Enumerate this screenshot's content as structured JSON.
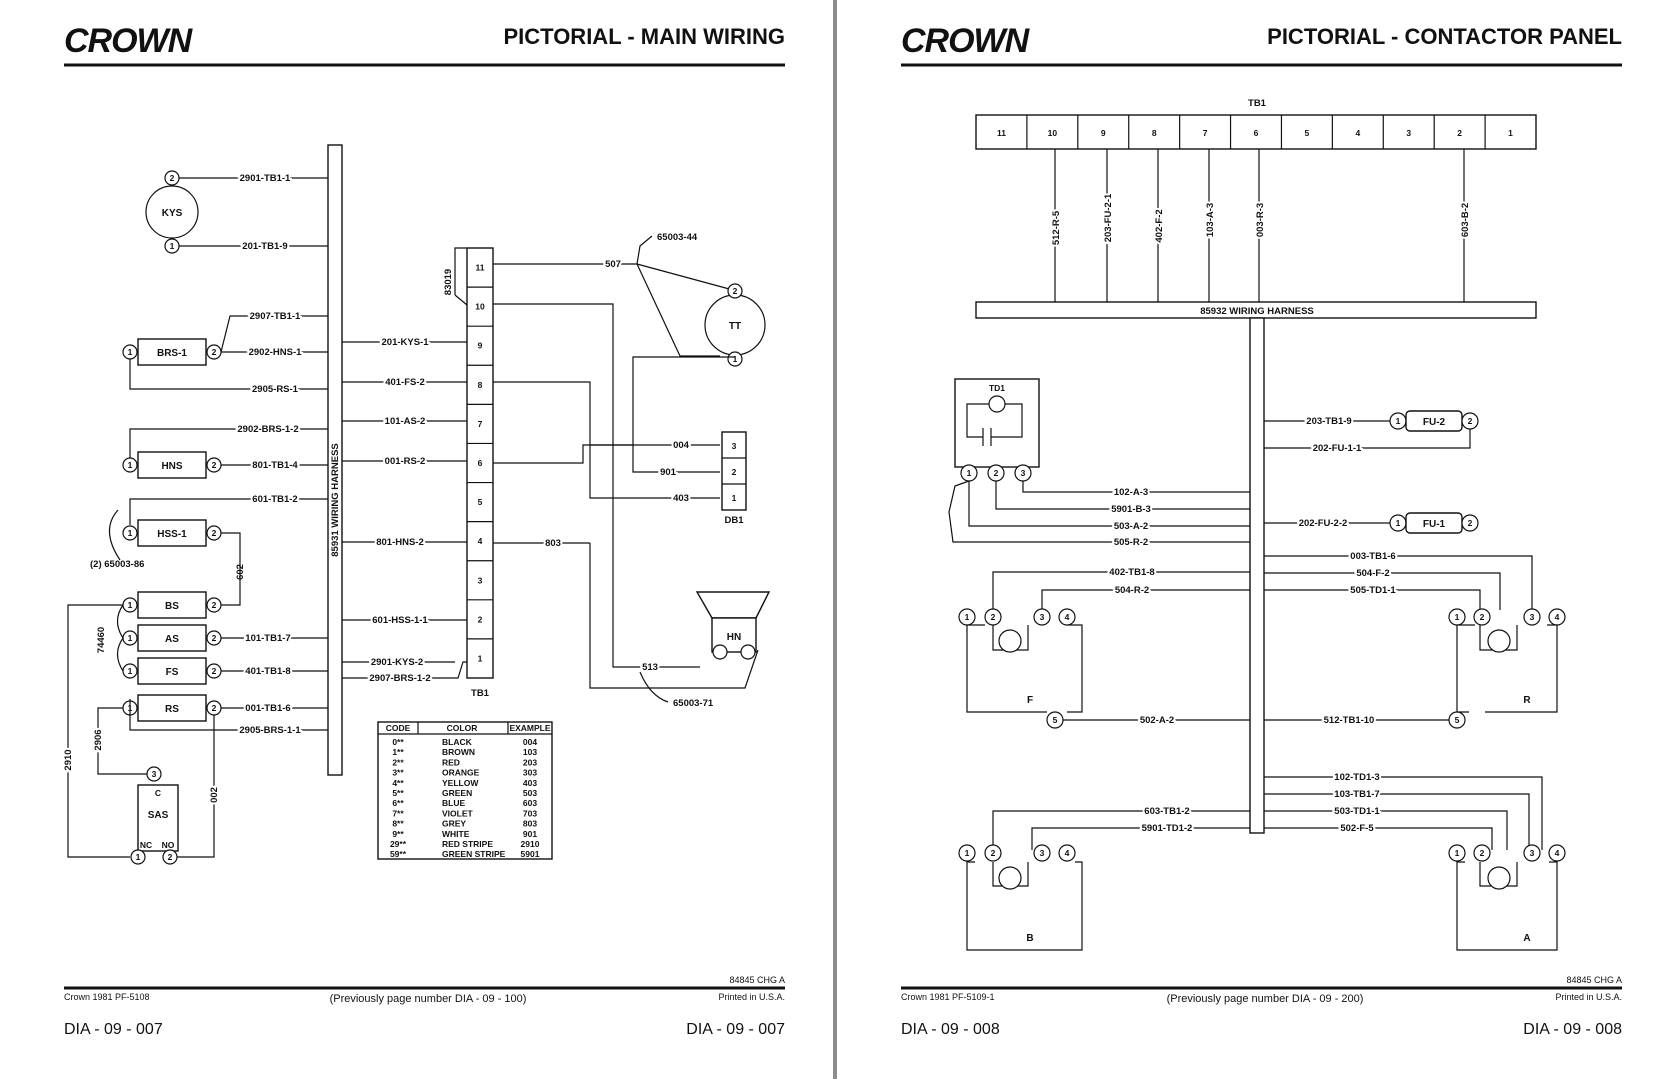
{
  "left_page": {
    "logo": "CROWN",
    "title": "PICTORIAL - MAIN WIRING",
    "harness_label": "85931 WIRING HARNESS",
    "tb_label": "TB1",
    "tb_side_label": "83019",
    "tb_terminals": [
      "11",
      "10",
      "9",
      "8",
      "7",
      "6",
      "5",
      "4",
      "3",
      "2",
      "1"
    ],
    "components": {
      "kys": "KYS",
      "brs": "BRS-1",
      "hns": "HNS",
      "hss": "HSS-1",
      "bs": "BS",
      "as": "AS",
      "fs": "FS",
      "rs": "RS",
      "sas": "SAS",
      "sas_c": "C",
      "sas_nc": "NC",
      "sas_no": "NO",
      "tt": "TT",
      "hn": "HN",
      "db": "DB1"
    },
    "wire_labels": {
      "w2901": "2901-TB1-1",
      "w201": "201-TB1-9",
      "w2907": "2907-TB1-1",
      "w2902h": "2902-HNS-1",
      "w2905": "2905-RS-1",
      "w2902b": "2902-BRS-1-2",
      "w801": "801-TB1-4",
      "w601": "601-TB1-2",
      "w65003_86": "(2) 65003-86",
      "w602": "602",
      "w74460": "74460",
      "w101": "101-TB1-7",
      "w401": "401-TB1-8",
      "w001": "001-TB1-6",
      "w2905b": "2905-BRS-1-1",
      "w2910": "2910",
      "w2906": "2906",
      "w002": "002",
      "h201": "201-KYS-1",
      "h401": "401-FS-2",
      "h101": "101-AS-2",
      "h001": "001-RS-2",
      "h801": "801-HNS-2",
      "h601": "601-HSS-1-1",
      "h2901": "2901-KYS-2",
      "h2907": "2907-BRS-1-2",
      "w507": "507",
      "w65003_44": "65003-44",
      "w004": "004",
      "w901": "901",
      "w403": "403",
      "w803": "803",
      "w513": "513",
      "w65003_71": "65003-71"
    },
    "color_table": {
      "headers": [
        "CODE",
        "COLOR",
        "EXAMPLE"
      ],
      "rows": [
        [
          "0**",
          "BLACK",
          "004"
        ],
        [
          "1**",
          "BROWN",
          "103"
        ],
        [
          "2**",
          "RED",
          "203"
        ],
        [
          "3**",
          "ORANGE",
          "303"
        ],
        [
          "4**",
          "YELLOW",
          "403"
        ],
        [
          "5**",
          "GREEN",
          "503"
        ],
        [
          "6**",
          "BLUE",
          "603"
        ],
        [
          "7**",
          "VIOLET",
          "703"
        ],
        [
          "8**",
          "GREY",
          "803"
        ],
        [
          "9**",
          "WHITE",
          "901"
        ],
        [
          "29**",
          "RED STRIPE",
          "2910"
        ],
        [
          "59**",
          "GREEN STRIPE",
          "5901"
        ]
      ]
    },
    "footer": {
      "chg": "84845 CHG A",
      "copyright": "Crown 1981 PF-5108",
      "previous": "(Previously page number DIA - 09 - 100)",
      "printed": "Printed in U.S.A.",
      "page_left": "DIA - 09 - 007",
      "page_right": "DIA - 09 - 007"
    }
  },
  "right_page": {
    "logo": "CROWN",
    "title": "PICTORIAL - CONTACTOR PANEL",
    "tb_label": "TB1",
    "tb_terminals": [
      "11",
      "10",
      "9",
      "8",
      "7",
      "6",
      "5",
      "4",
      "3",
      "2",
      "1"
    ],
    "tb_wires": [
      "512-R-5",
      "203-FU-2-1",
      "402-F-2",
      "103-A-3",
      "003-R-3",
      "603-B-2"
    ],
    "harness_label": "85932 WIRING HARNESS",
    "td1": "TD1",
    "fuses": {
      "fu2": "FU-2",
      "fu1": "FU-1"
    },
    "contactors": {
      "f": "F",
      "r": "R",
      "b": "B",
      "a": "A"
    },
    "wire_labels": {
      "w203": "203-TB1-9",
      "w202f": "202-FU-1-1",
      "w102": "102-A-3",
      "w5901b": "5901-B-3",
      "w503": "503-A-2",
      "w505": "505-R-2",
      "w202": "202-FU-2-2",
      "w003": "003-TB1-6",
      "w402": "402-TB1-8",
      "w504f": "504-F-2",
      "w504r": "504-R-2",
      "w505td": "505-TD1-1",
      "w502a": "502-A-2",
      "w512": "512-TB1-10",
      "w102td": "102-TD1-3",
      "w103": "103-TB1-7",
      "w603": "603-TB1-2",
      "w503td": "503-TD1-1",
      "w5901td": "5901-TD1-2",
      "w502f": "502-F-5"
    },
    "footer": {
      "chg": "84845 CHG A",
      "copyright": "Crown 1981 PF-5109-1",
      "previous": "(Previously page number DIA - 09 - 200)",
      "printed": "Printed in U.S.A.",
      "page_left": "DIA - 09 - 008",
      "page_right": "DIA - 09 - 008"
    }
  }
}
